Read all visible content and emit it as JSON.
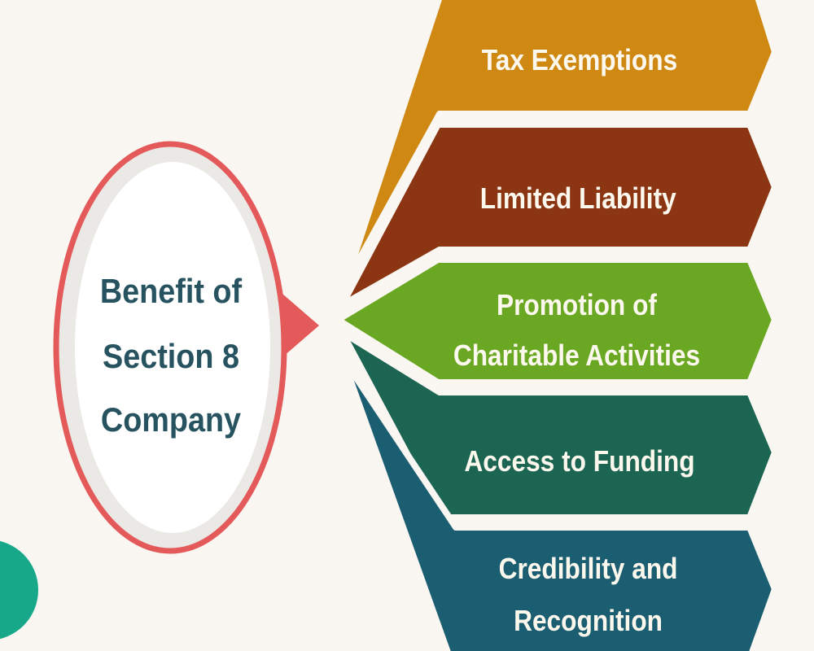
{
  "center": {
    "lines": [
      "Benefit of",
      "Section 8",
      "Company"
    ],
    "ring_color": "#e45a5a",
    "text_color": "#26535f"
  },
  "benefits": [
    {
      "lines": [
        "Tax Exemptions"
      ],
      "color": "#cf8913"
    },
    {
      "lines": [
        "Limited Liability"
      ],
      "color": "#8b3512"
    },
    {
      "lines": [
        "Promotion of",
        "Charitable Activities"
      ],
      "color": "#6aa823"
    },
    {
      "lines": [
        "Access to Funding"
      ],
      "color": "#1b6552"
    },
    {
      "lines": [
        "Credibility and",
        "Recognition"
      ],
      "color": "#1b5e72"
    }
  ],
  "accent_blob_color": "#17a88a"
}
